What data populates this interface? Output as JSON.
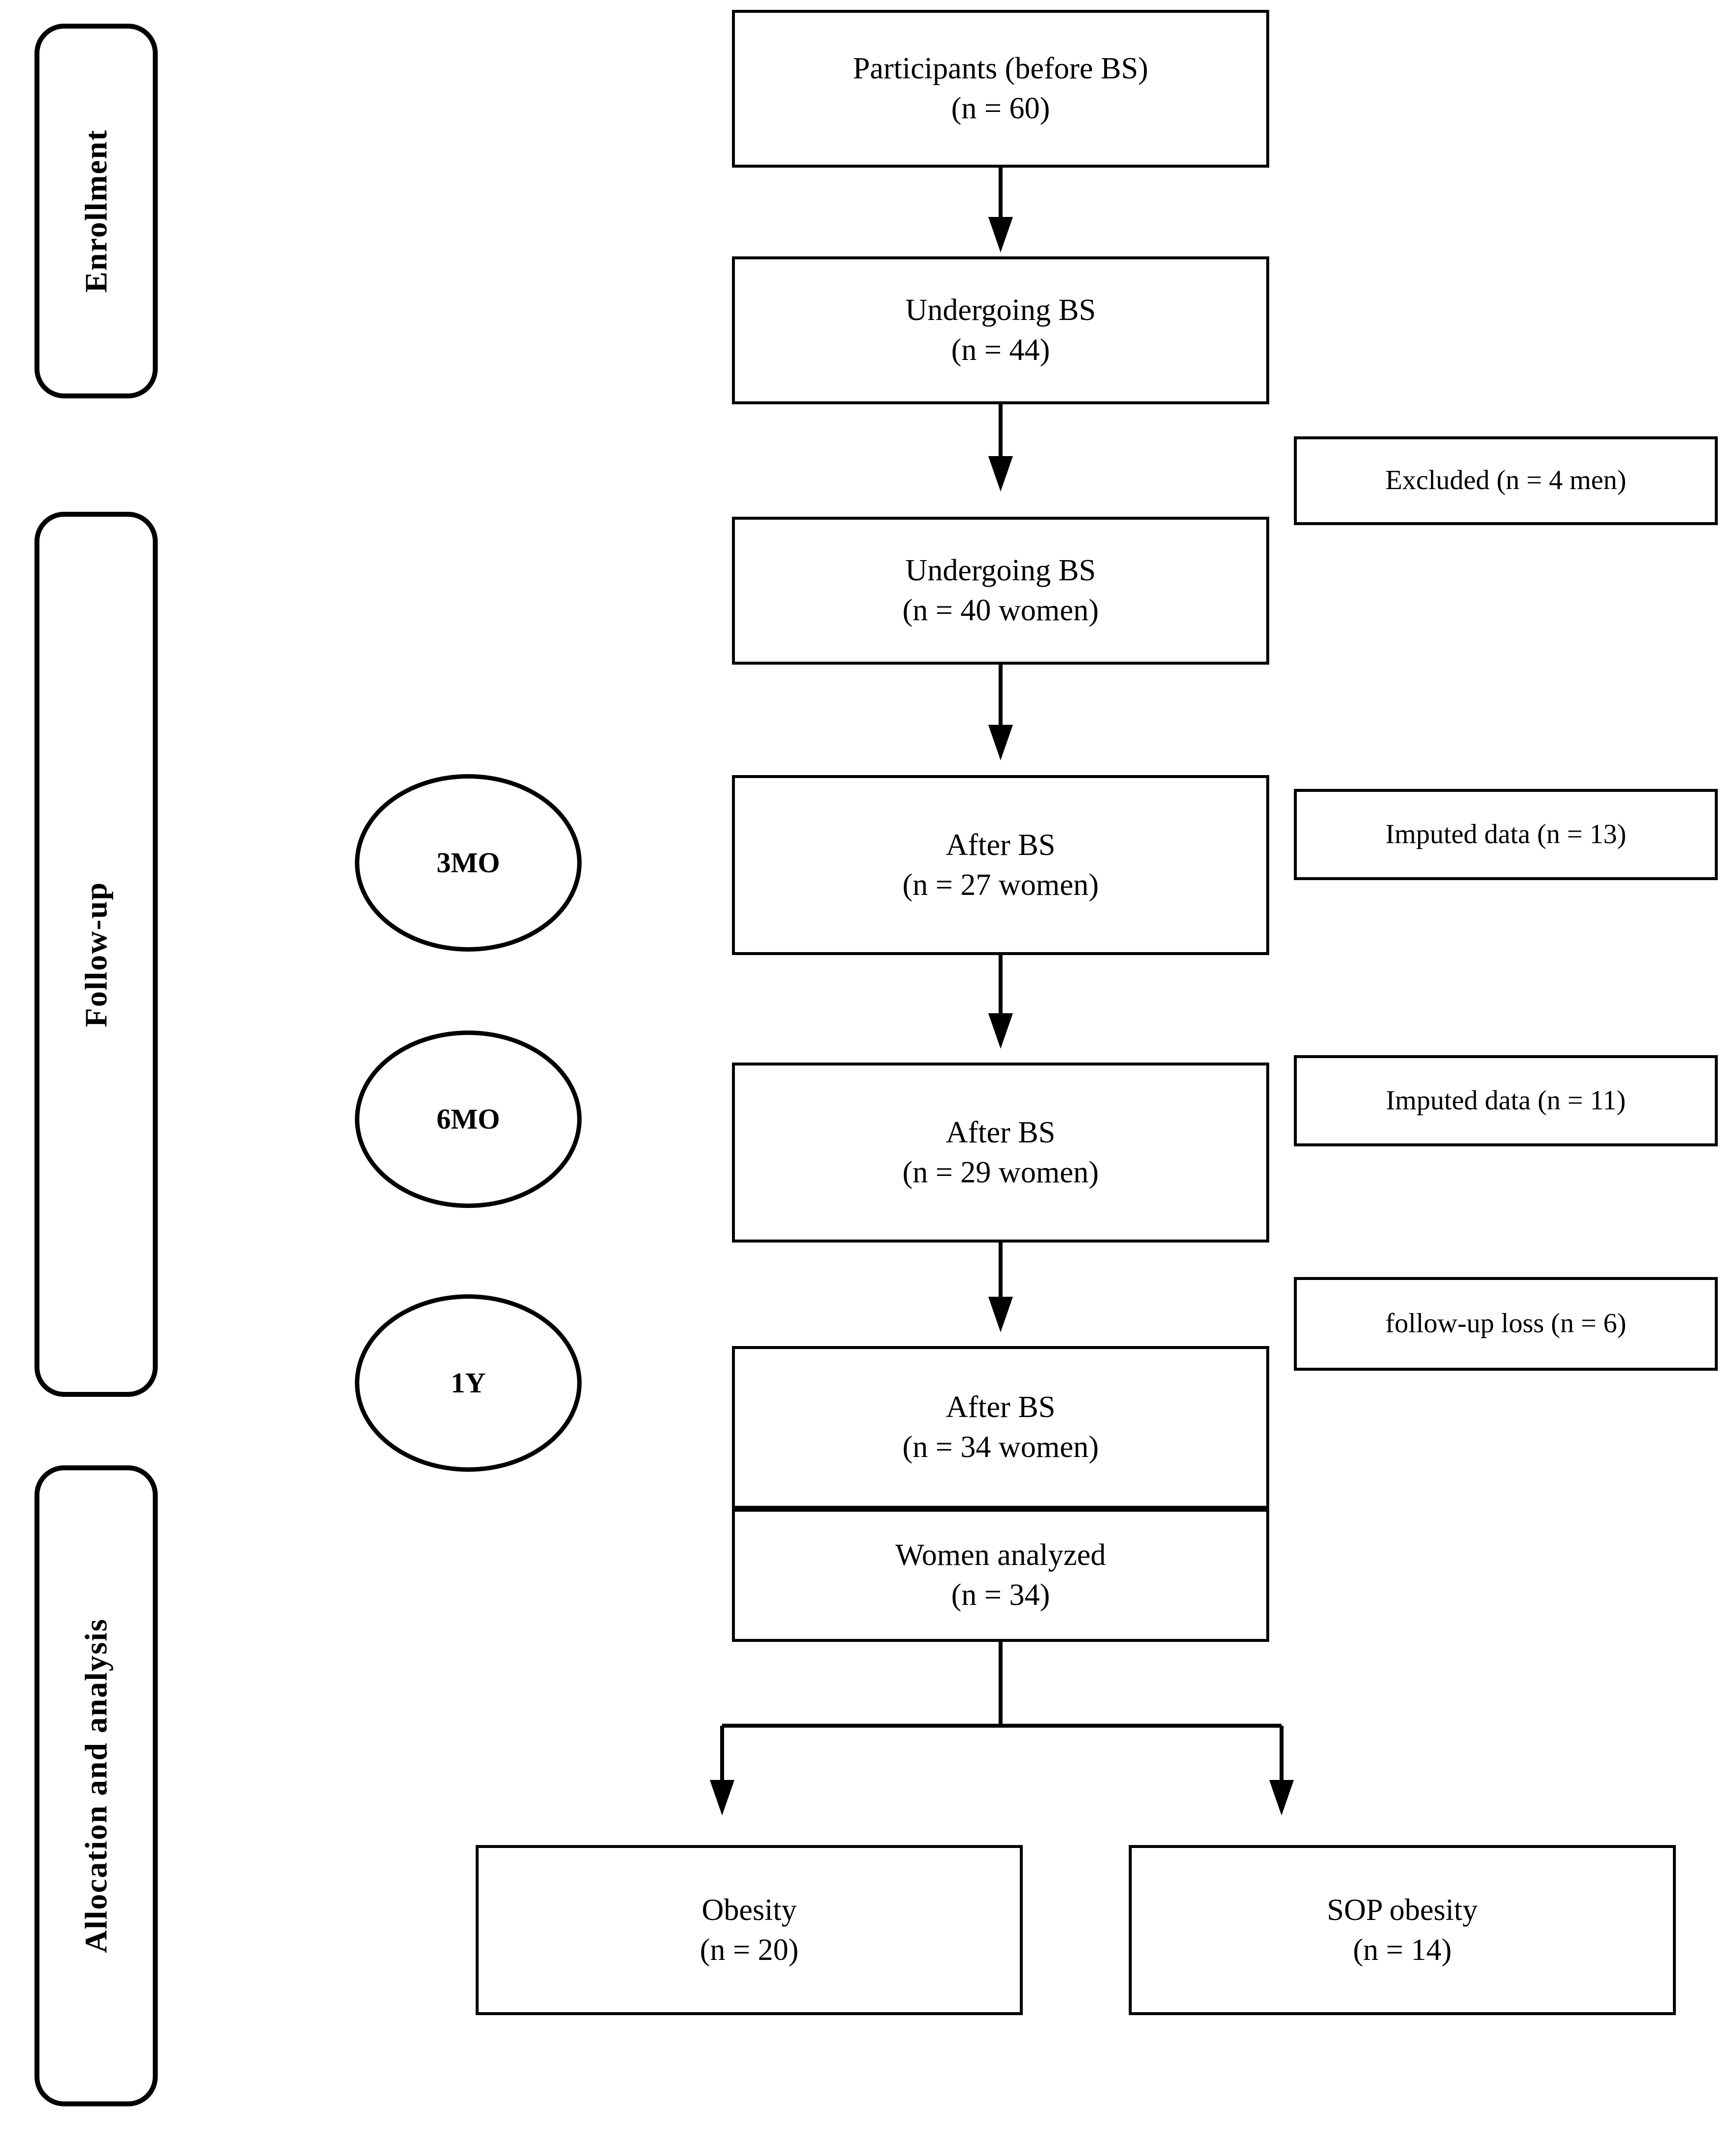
{
  "diagram": {
    "title": "CONSORT-style participant flow diagram",
    "line_color": "#000000",
    "background": "#ffffff"
  },
  "phases": [
    {
      "id": "enrollment",
      "label": "Enrollment"
    },
    {
      "id": "followup",
      "label": "Follow-up"
    },
    {
      "id": "allocation",
      "label": "Allocation and analysis"
    }
  ],
  "timepoints": [
    {
      "id": "3mo",
      "label": "3MO"
    },
    {
      "id": "6mo",
      "label": "6MO"
    },
    {
      "id": "1y",
      "label": "1Y"
    }
  ],
  "nodes": [
    {
      "id": "participants",
      "line1": "Participants (before BS)",
      "line2": "(n = 60)"
    },
    {
      "id": "undergoing-44",
      "line1": "Undergoing BS",
      "line2": "(n = 44)"
    },
    {
      "id": "undergoing-40",
      "line1": "Undergoing BS",
      "line2": "(n = 40 women)"
    },
    {
      "id": "after-bs-27",
      "line1": "After BS",
      "line2": "(n = 27 women)"
    },
    {
      "id": "after-bs-29",
      "line1": "After BS",
      "line2": "(n = 29 women)"
    },
    {
      "id": "after-bs-34",
      "line1": "After BS",
      "line2": "(n = 34 women)"
    },
    {
      "id": "women-analyzed",
      "line1": "Women analyzed",
      "line2": "(n = 34)"
    },
    {
      "id": "obesity",
      "line1": "Obesity",
      "line2": "(n = 20)"
    },
    {
      "id": "sop-obesity",
      "line1": "SOP obesity",
      "line2": "(n = 14)"
    }
  ],
  "sideboxes": [
    {
      "id": "excluded",
      "label": "Excluded (n = 4 men)"
    },
    {
      "id": "imputed-13",
      "label": "Imputed data (n = 13)"
    },
    {
      "id": "imputed-11",
      "label": "Imputed data (n = 11)"
    },
    {
      "id": "followup-loss",
      "label": "follow-up loss (n = 6)"
    }
  ]
}
